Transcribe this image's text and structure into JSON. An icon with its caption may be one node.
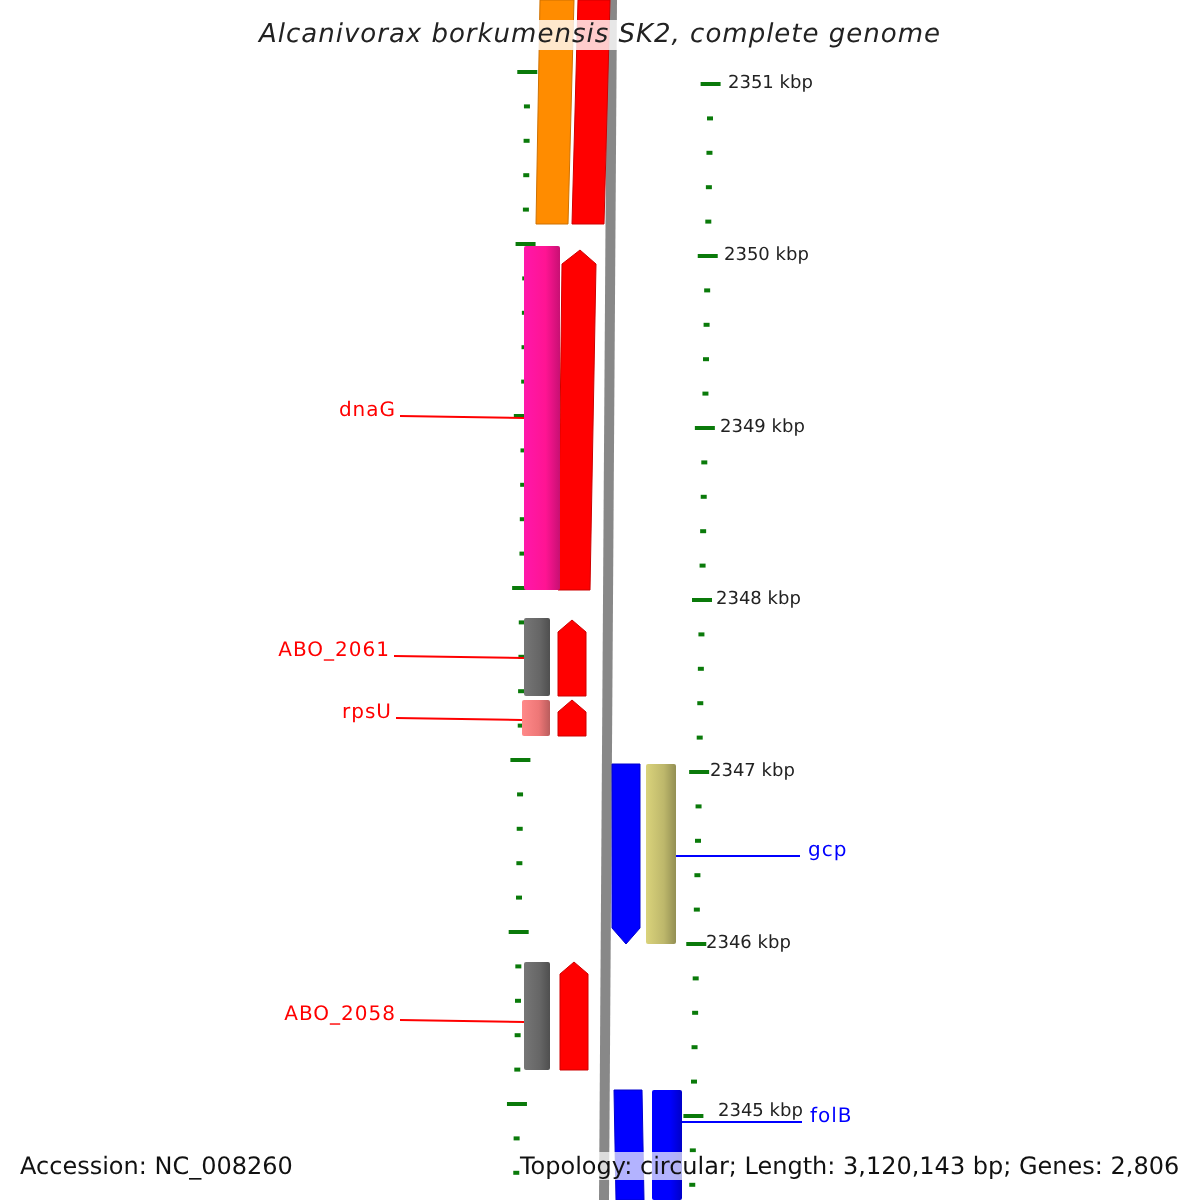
{
  "diagram": {
    "title": "Alcanivorax borkumensis SK2, complete genome",
    "nodes": [
      {
        "text": [
          "dnaG"
        ]
      },
      {
        "text": [],
        "shape": "bar"
      },
      {
        "text": [
          "ABO_2061"
        ]
      },
      {
        "text": [],
        "shape": "bar"
      },
      {
        "text": [
          "rpsU"
        ]
      },
      {
        "text": [],
        "shape": "bar"
      },
      {
        "text": [
          "gcp"
        ]
      },
      {
        "text": [],
        "shape": "bar"
      },
      {
        "text": [
          "ABO_2058"
        ]
      },
      {
        "text": [],
        "shape": "bar"
      },
      {
        "text": [
          "folB"
        ]
      },
      {
        "text": [],
        "shape": "bar"
      }
    ],
    "edges": [
      {
        "from": 0,
        "to": 1,
        "arrow": "none"
      },
      {
        "from": 2,
        "to": 3,
        "arrow": "none"
      },
      {
        "from": 4,
        "to": 5,
        "arrow": "none"
      },
      {
        "from": 6,
        "to": 7,
        "arrow": "none",
        "color": "#0000ff"
      },
      {
        "from": 8,
        "to": 9,
        "arrow": "none"
      },
      {
        "from": 10,
        "to": 11,
        "arrow": "none",
        "color": "#0000ff"
      }
    ],
    "labels": [
      "2351 kbp",
      "2350 kbp",
      "2349 kbp",
      "2348 kbp",
      "2347 kbp",
      "2346 kbp",
      "2345 kbp",
      "Accession: NC_008260",
      "Topology: circular; Length: 3,120,143 bp; Genes: 2,806"
    ]
  }
}
